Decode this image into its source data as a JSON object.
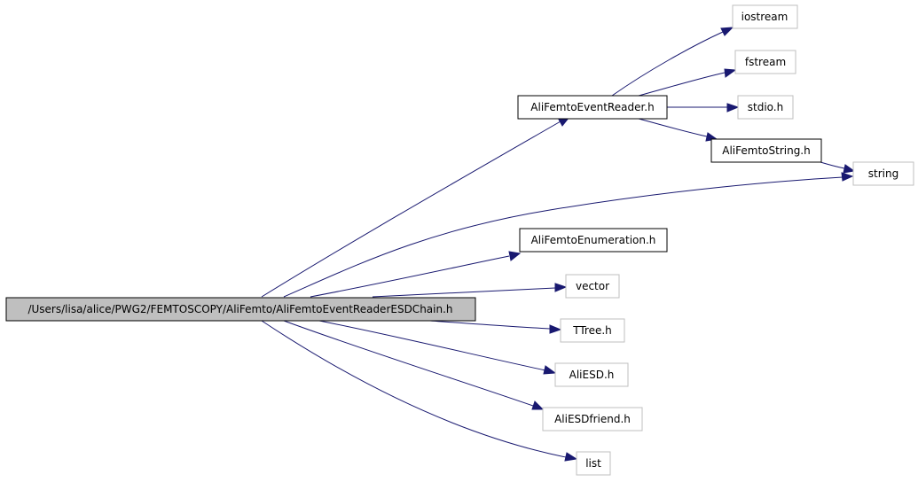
{
  "colors": {
    "edge": "#191970",
    "root_fill": "#bfbfbf",
    "documented_border": "#000000",
    "undocumented_border": "#bfbfbf"
  },
  "nodes": {
    "root": "/Users/lisa/alice/PWG2/FEMTOSCOPY/AliFemto/AliFemtoEventReaderESDChain.h",
    "event_reader": "AliFemtoEventReader.h",
    "iostream": "iostream",
    "fstream": "fstream",
    "stdio": "stdio.h",
    "femto_string": "AliFemtoString.h",
    "string": "string",
    "enumeration": "AliFemtoEnumeration.h",
    "vector": "vector",
    "ttree": "TTree.h",
    "aliesd": "AliESD.h",
    "aliesdfriend": "AliESDfriend.h",
    "list": "list"
  },
  "edges": [
    {
      "from": "root",
      "to": "event_reader"
    },
    {
      "from": "root",
      "to": "string"
    },
    {
      "from": "root",
      "to": "enumeration"
    },
    {
      "from": "root",
      "to": "vector"
    },
    {
      "from": "root",
      "to": "ttree"
    },
    {
      "from": "root",
      "to": "aliesd"
    },
    {
      "from": "root",
      "to": "aliesdfriend"
    },
    {
      "from": "root",
      "to": "list"
    },
    {
      "from": "event_reader",
      "to": "iostream"
    },
    {
      "from": "event_reader",
      "to": "fstream"
    },
    {
      "from": "event_reader",
      "to": "stdio"
    },
    {
      "from": "event_reader",
      "to": "femto_string"
    },
    {
      "from": "femto_string",
      "to": "string"
    }
  ]
}
